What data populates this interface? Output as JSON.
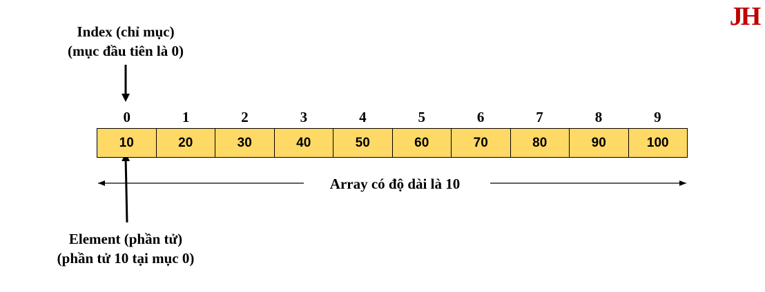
{
  "logo": {
    "text": "JH",
    "color": "#c00000"
  },
  "index_label": {
    "line1": "Index (chỉ mục)",
    "line2": "(mục đầu tiên là 0)"
  },
  "element_label": {
    "line1": "Element (phần tử)",
    "line2": "(phần tử 10 tại mục 0)"
  },
  "indices": [
    "0",
    "1",
    "2",
    "3",
    "4",
    "5",
    "6",
    "7",
    "8",
    "9"
  ],
  "elements": [
    "10",
    "20",
    "30",
    "40",
    "50",
    "60",
    "70",
    "80",
    "90",
    "100"
  ],
  "length_label": "Array có độ dài là 10",
  "colors": {
    "cell_fill": "#ffd966",
    "border": "#000000",
    "logo": "#c00000"
  }
}
